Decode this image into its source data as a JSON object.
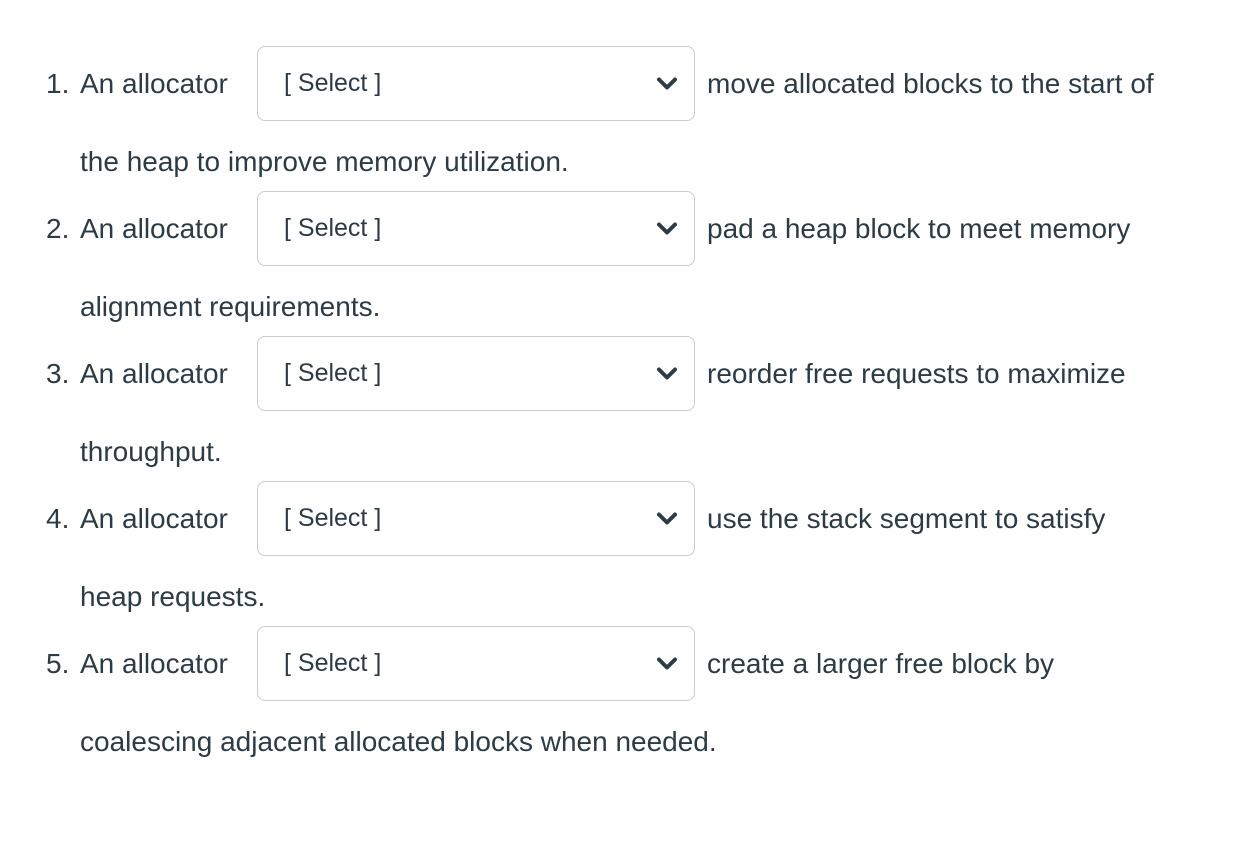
{
  "page": {
    "background_color": "#ffffff",
    "text_color": "#2D3B45",
    "select_border_color": "#C7CDD1"
  },
  "questions": [
    {
      "number": "1.",
      "lead": "An allocator",
      "select_value": "[ Select ]",
      "after": "move allocated blocks to the start of",
      "continuation": "the heap to improve memory utilization."
    },
    {
      "number": "2.",
      "lead": "An allocator",
      "select_value": "[ Select ]",
      "after": "pad a heap block to meet memory",
      "continuation": "alignment requirements."
    },
    {
      "number": "3.",
      "lead": "An allocator",
      "select_value": "[ Select ]",
      "after": "reorder free requests to maximize",
      "continuation": "throughput."
    },
    {
      "number": "4.",
      "lead": "An allocator",
      "select_value": "[ Select ]",
      "after": "use the stack segment to satisfy",
      "continuation": "heap requests."
    },
    {
      "number": "5.",
      "lead": "An allocator",
      "select_value": "[ Select ]",
      "after": "create a larger free block by",
      "continuation": "coalescing adjacent allocated blocks when needed."
    }
  ]
}
